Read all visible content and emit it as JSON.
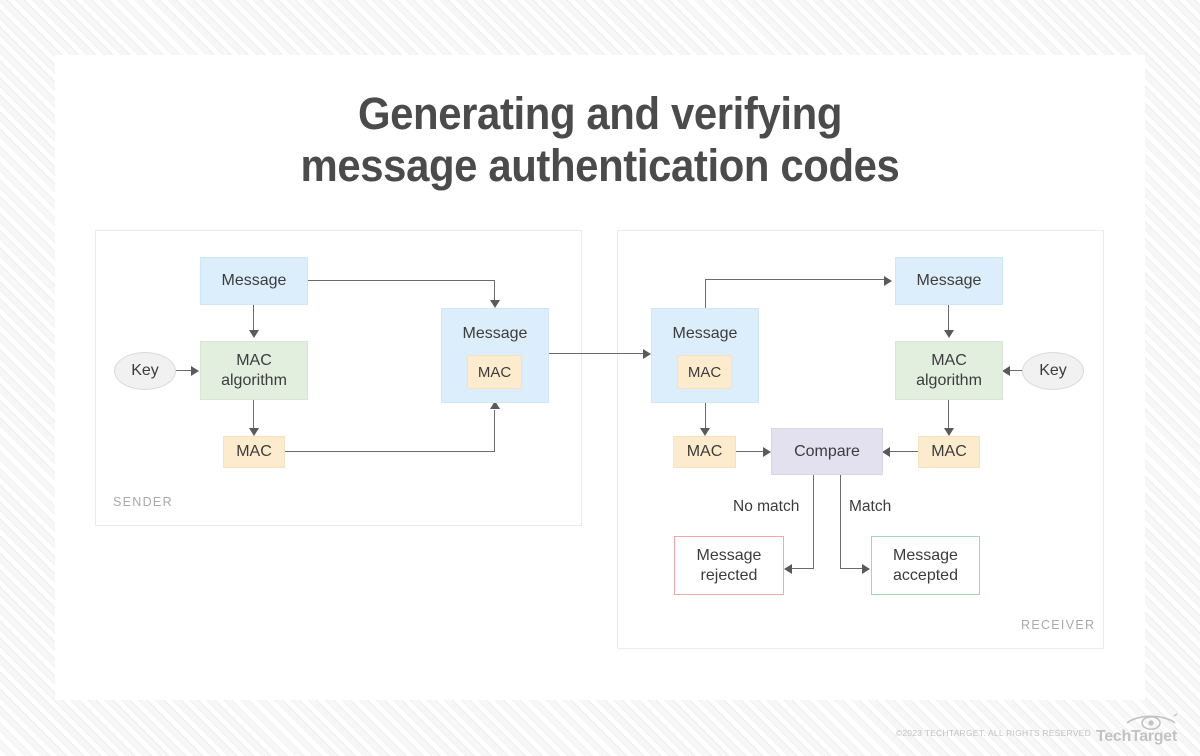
{
  "title": {
    "line1": "Generating and verifying",
    "line2": "message authentication codes"
  },
  "panels": {
    "sender": {
      "label": "SENDER",
      "nodes": {
        "message": "Message",
        "mac_algorithm": "MAC\nalgorithm",
        "mac_algorithm_line1": "MAC",
        "mac_algorithm_line2": "algorithm",
        "key": "Key",
        "mac": "MAC",
        "transmitted_message": "Message",
        "transmitted_mac": "MAC"
      }
    },
    "receiver": {
      "label": "RECEIVER",
      "nodes": {
        "received_message": "Message",
        "received_mac": "MAC",
        "extracted_message": "Message",
        "mac_algorithm_line1": "MAC",
        "mac_algorithm_line2": "algorithm",
        "key": "Key",
        "received_mac_out": "MAC",
        "computed_mac": "MAC",
        "compare": "Compare",
        "message_rejected_line1": "Message",
        "message_rejected_line2": "rejected",
        "message_accepted_line1": "Message",
        "message_accepted_line2": "accepted"
      },
      "edge_labels": {
        "no_match": "No match",
        "match": "Match"
      }
    }
  },
  "footer": {
    "copyright": "©2023 TECHTARGET. ALL RIGHTS RESERVED",
    "logo_text": "TechTarget"
  },
  "colors": {
    "message_fill": "#dceefb",
    "algorithm_fill": "#e2efdf",
    "mac_fill": "#fdebcd",
    "compare_fill": "#e3e0ef",
    "reject_border": "#f4a7ac",
    "accept_border": "#9fd8b4",
    "key_fill": "#f1f1f1",
    "title_color": "#4b4b4b",
    "connector_color": "#6b6b6b"
  }
}
